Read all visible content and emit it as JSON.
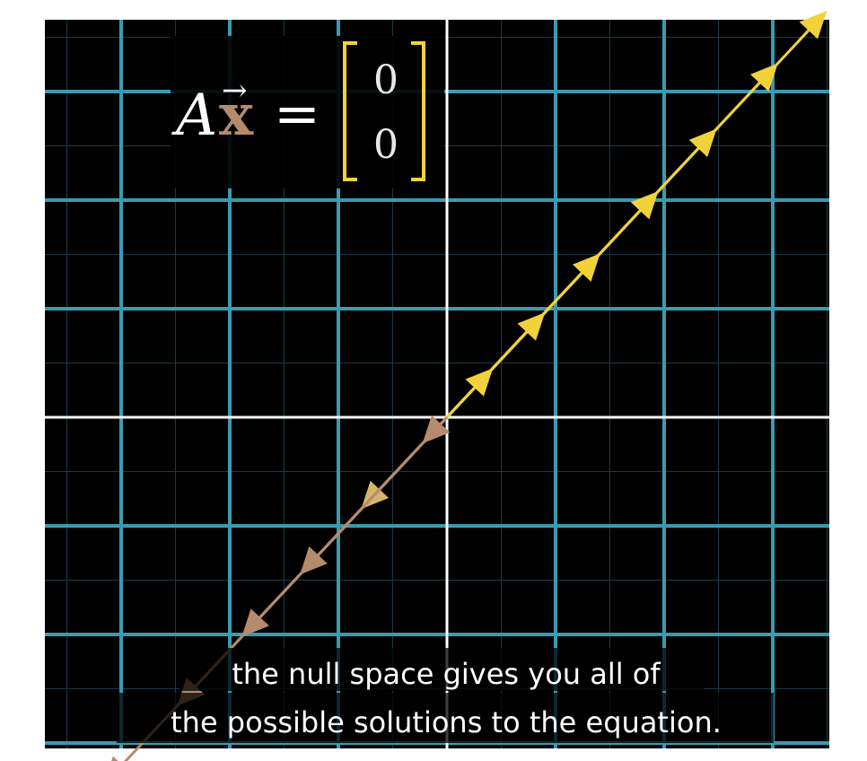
{
  "equation": {
    "lhs_matrix": "A",
    "lhs_vector": "x",
    "vector_arrow": "→",
    "equals": "=",
    "rhs_entries": [
      "0",
      "0"
    ]
  },
  "caption": {
    "line1": "the null space gives you all of",
    "line2": "the possible solutions to the equation."
  },
  "colors": {
    "background": "#000000",
    "grid_major": "#3a9ab0",
    "grid_minor": "#1c3a44",
    "axis": "#ffffff",
    "yellow_vectors": "#f2d23a",
    "brown_vectors": "#b58b6e",
    "bracket": "#f2d23a",
    "caption_bg": "#000000"
  }
}
